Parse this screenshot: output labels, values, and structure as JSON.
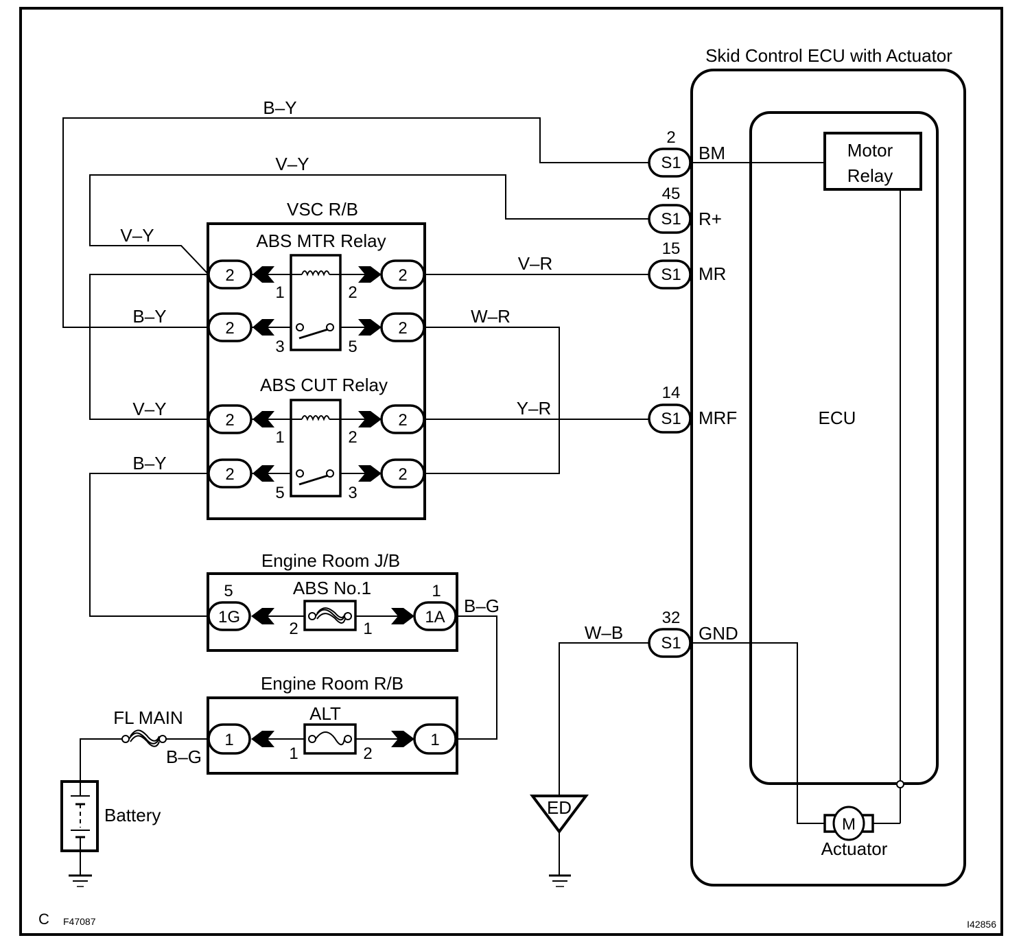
{
  "diagram": {
    "ecu_title": "Skid Control ECU with Actuator",
    "ecu_inner_label": "ECU",
    "motor_relay": [
      "Motor",
      "Relay"
    ],
    "actuator_label": "Actuator",
    "motor_symbol": "M",
    "vsc_rb_title": "VSC R/B",
    "abs_mtr_relay": "ABS MTR Relay",
    "abs_cut_relay": "ABS CUT Relay",
    "engine_room_jb": "Engine Room J/B",
    "abs_no1_fuse": "ABS No.1",
    "engine_room_rb": "Engine Room R/B",
    "alt_fuse": "ALT",
    "fl_main": "FL MAIN",
    "battery": "Battery",
    "ground_point": "ED",
    "footer_left_letter": "C",
    "footer_left_code": "F47087",
    "footer_right_code": "I42856",
    "ecu_terminals": [
      {
        "pin": "2",
        "connector": "S1",
        "name": "BM"
      },
      {
        "pin": "45",
        "connector": "S1",
        "name": "R+"
      },
      {
        "pin": "15",
        "connector": "S1",
        "name": "MR"
      },
      {
        "pin": "14",
        "connector": "S1",
        "name": "MRF"
      },
      {
        "pin": "32",
        "connector": "S1",
        "name": "GND"
      }
    ],
    "wire_colors": {
      "by_top": "B–Y",
      "vy_top": "V–Y",
      "vy_left": "V–Y",
      "by_mtr": "B–Y",
      "vy_cut": "V–Y",
      "by_cut": "B–Y",
      "vr": "V–R",
      "wr": "W–R",
      "yr": "Y–R",
      "bg_jb": "B–G",
      "bg_main": "B–G",
      "wb": "W–B"
    },
    "vsc_connectors": "2",
    "mtr_relay_pins": {
      "coil_in": "1",
      "coil_out": "2",
      "sw_in": "3",
      "sw_out": "5"
    },
    "cut_relay_pins": {
      "coil_in": "1",
      "coil_out": "2",
      "sw_in": "5",
      "sw_out": "3"
    },
    "jb": {
      "left_conn": "1G",
      "left_pin": "5",
      "right_conn": "1A",
      "right_pin": "1",
      "fuse_left": "2",
      "fuse_right": "1"
    },
    "rb": {
      "left_conn": "1",
      "right_conn": "1",
      "fuse_left": "1",
      "fuse_right": "2"
    }
  }
}
